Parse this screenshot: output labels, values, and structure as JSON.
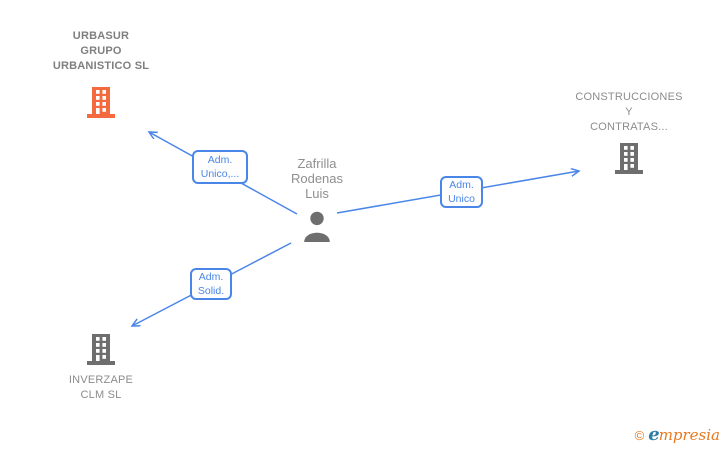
{
  "colors": {
    "accent_blue": "#4a86e8",
    "company_text_gray": "#8c8c8c",
    "icon_gray": "#6e6e6e",
    "highlight_orange": "#f4693e",
    "logo_orange": "#e8791e",
    "logo_blue": "#2e7fa6"
  },
  "person": {
    "name": "Zafrilla Rodenas Luis",
    "name_lines": [
      "Zafrilla",
      "Rodenas",
      "Luis"
    ]
  },
  "companies": [
    {
      "name": "URBASUR GRUPO URBANISTICO SL",
      "name_lines": [
        "URBASUR",
        "GRUPO",
        "URBANISTICO SL"
      ]
    },
    {
      "name": "CONSTRUCCIONES Y CONTRATAS...",
      "name_lines": [
        "CONSTRUCCIONES",
        "Y",
        "CONTRATAS..."
      ]
    },
    {
      "name": "INVERZAPE CLM SL",
      "name_lines": [
        "INVERZAPE",
        "CLM SL"
      ]
    }
  ],
  "relations": [
    {
      "from": "Zafrilla Rodenas Luis",
      "to": "URBASUR GRUPO URBANISTICO SL",
      "label": "Adm. Unico,...",
      "label_lines": [
        "Adm.",
        "Unico,..."
      ]
    },
    {
      "from": "Zafrilla Rodenas Luis",
      "to": "CONSTRUCCIONES Y CONTRATAS...",
      "label": "Adm. Unico",
      "label_lines": [
        "Adm.",
        "Unico"
      ]
    },
    {
      "from": "Zafrilla Rodenas Luis",
      "to": "INVERZAPE CLM SL",
      "label": "Adm. Solid.",
      "label_lines": [
        "Adm.",
        "Solid."
      ]
    }
  ],
  "footer": {
    "copyright_symbol": "©",
    "brand_initial": "e",
    "brand_rest": "mpresia"
  }
}
